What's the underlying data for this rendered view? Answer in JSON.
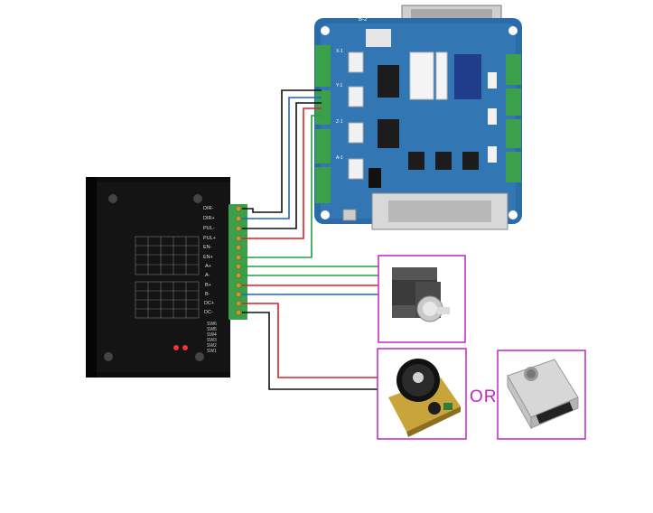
{
  "labels": {
    "or": "OR"
  },
  "driver": {
    "terminals": [
      "DIR-",
      "DIR+",
      "PUL-",
      "PUL+",
      "EN-",
      "EN+",
      "A+",
      "A-",
      "B+",
      "B-",
      "DC+",
      "DC-"
    ],
    "switches": [
      "SW6",
      "SW5",
      "SW4",
      "SW3",
      "SW2",
      "SW1"
    ]
  },
  "board": {
    "top_label": "B-2",
    "axis_labels": [
      "X-1",
      "Y-1",
      "Z-1",
      "A-1"
    ]
  },
  "colors": {
    "wire_black": "#111111",
    "wire_blue": "#1f5fd6",
    "wire_red": "#e02020",
    "wire_green": "#20a040",
    "frame_magenta": "#c226c2",
    "board_blue": "#2b6ca8",
    "terminal_green": "#3aa14a",
    "driver_black": "#111111"
  }
}
